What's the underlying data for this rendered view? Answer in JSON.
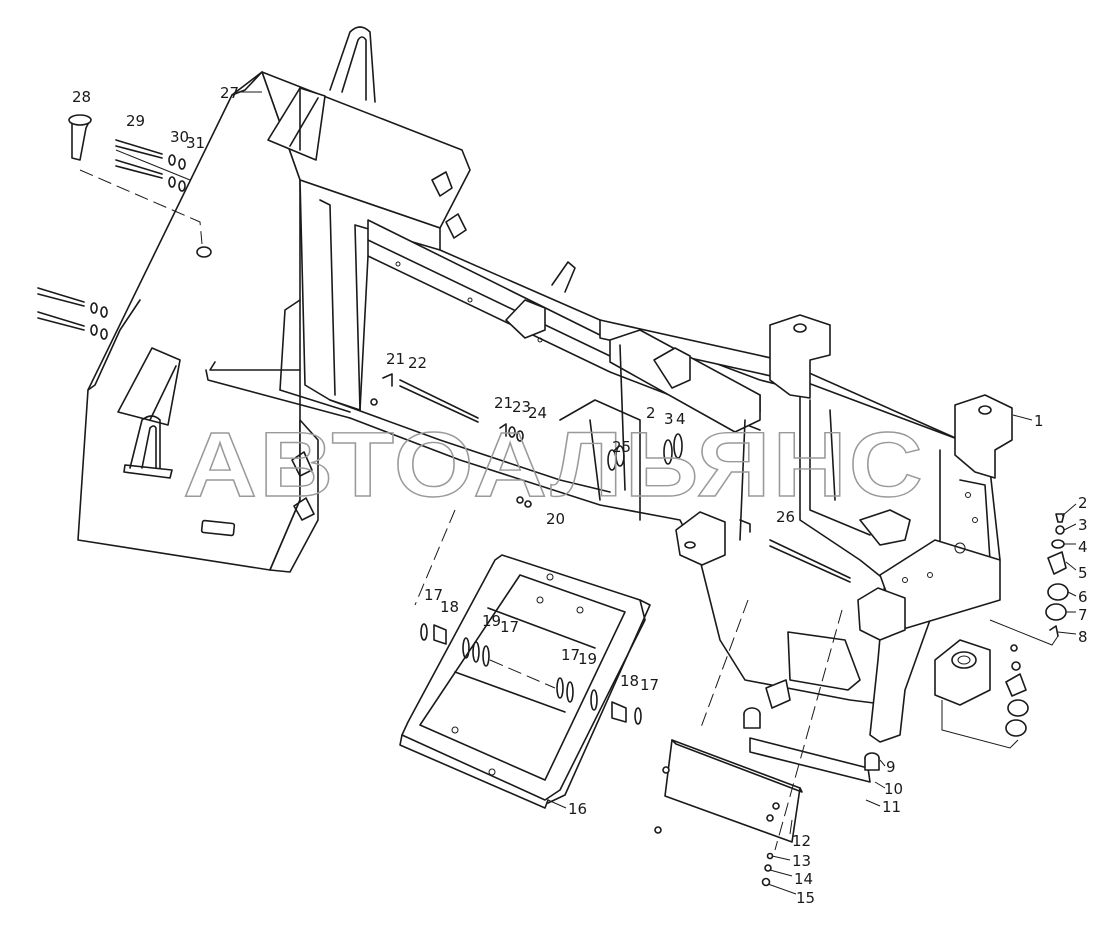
{
  "watermark": "АВТОАЛЬЯНС",
  "callouts": [
    {
      "id": "c1",
      "text": "1"
    },
    {
      "id": "c2a",
      "text": "2"
    },
    {
      "id": "c3a",
      "text": "3"
    },
    {
      "id": "c4a",
      "text": "4"
    },
    {
      "id": "c2",
      "text": "2"
    },
    {
      "id": "c3",
      "text": "3"
    },
    {
      "id": "c4",
      "text": "4"
    },
    {
      "id": "c5",
      "text": "5"
    },
    {
      "id": "c6",
      "text": "6"
    },
    {
      "id": "c7",
      "text": "7"
    },
    {
      "id": "c8",
      "text": "8"
    },
    {
      "id": "c9",
      "text": "9"
    },
    {
      "id": "c10",
      "text": "10"
    },
    {
      "id": "c11",
      "text": "11"
    },
    {
      "id": "c12",
      "text": "12"
    },
    {
      "id": "c13",
      "text": "13"
    },
    {
      "id": "c14",
      "text": "14"
    },
    {
      "id": "c15",
      "text": "15"
    },
    {
      "id": "c16",
      "text": "16"
    },
    {
      "id": "c17a",
      "text": "17"
    },
    {
      "id": "c18a",
      "text": "18"
    },
    {
      "id": "c19a",
      "text": "19"
    },
    {
      "id": "c17b",
      "text": "17"
    },
    {
      "id": "c17c",
      "text": "17"
    },
    {
      "id": "c19b",
      "text": "19"
    },
    {
      "id": "c18b",
      "text": "18"
    },
    {
      "id": "c17d",
      "text": "17"
    },
    {
      "id": "c20",
      "text": "20"
    },
    {
      "id": "c21a",
      "text": "21"
    },
    {
      "id": "c22",
      "text": "22"
    },
    {
      "id": "c21b",
      "text": "21"
    },
    {
      "id": "c23",
      "text": "23"
    },
    {
      "id": "c24",
      "text": "24"
    },
    {
      "id": "c25",
      "text": "25"
    },
    {
      "id": "c26",
      "text": "26"
    },
    {
      "id": "c27",
      "text": "27"
    },
    {
      "id": "c28",
      "text": "28"
    },
    {
      "id": "c29",
      "text": "29"
    },
    {
      "id": "c30",
      "text": "30"
    },
    {
      "id": "c31",
      "text": "31"
    }
  ]
}
